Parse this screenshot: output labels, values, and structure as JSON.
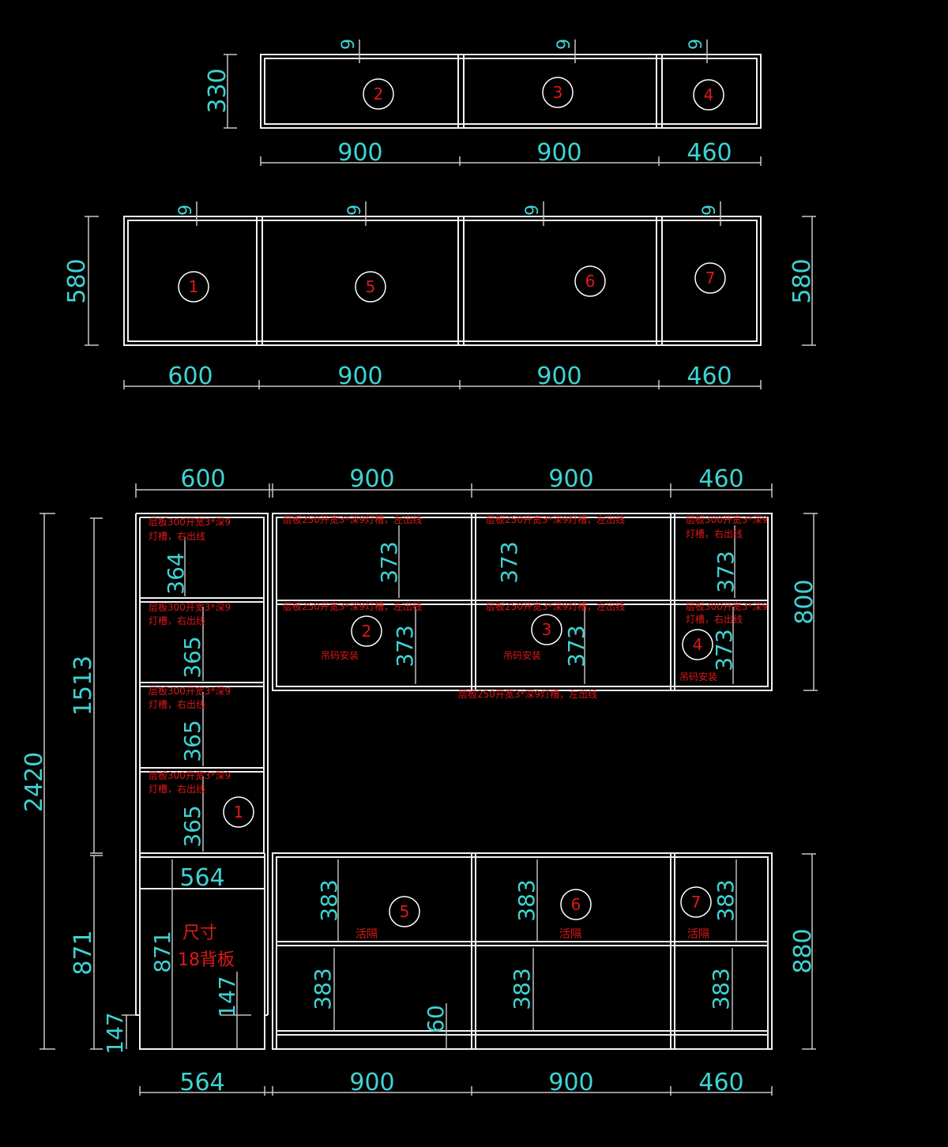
{
  "wall_plan": {
    "height": "330",
    "widths": [
      "900",
      "900",
      "460"
    ],
    "depth_marks": [
      "9",
      "9",
      "9"
    ],
    "cabinet_numbers": [
      "2",
      "3",
      "4"
    ]
  },
  "base_plan": {
    "height_left": "580",
    "height_right": "580",
    "widths": [
      "600",
      "900",
      "900",
      "460"
    ],
    "depth_marks": [
      "9",
      "9",
      "9",
      "9"
    ],
    "cabinet_numbers": [
      "1",
      "5",
      "6",
      "7"
    ]
  },
  "elevation": {
    "top_widths": [
      "600",
      "900",
      "900",
      "460"
    ],
    "bottom_widths": [
      "564",
      "900",
      "900",
      "460"
    ],
    "overall_height": "2420",
    "tall_upper_height": "1513",
    "tall_lower_height": "871",
    "plinth_height": "147",
    "wall_height": "800",
    "base_height": "880",
    "tall_shelves": [
      "364",
      "365",
      "365",
      "365"
    ],
    "wall_shelves": [
      "373",
      "373",
      "373",
      "373",
      "373",
      "373"
    ],
    "base_shelves": [
      "383",
      "383",
      "383",
      "383",
      "383",
      "383"
    ],
    "kick": "60",
    "drawer_width": "564",
    "drawer_height": "871",
    "inner_147": "147",
    "cabinet_numbers": [
      "1",
      "2",
      "3",
      "4",
      "5",
      "6",
      "7"
    ],
    "notes": {
      "tall_light_line1": "层板300开宽3*深9",
      "tall_light_line2": "灯槽，右出线",
      "wide_light": "层板250开宽3*深9灯槽，左出线",
      "hanger": "吊码安装",
      "adjustable": "活隔",
      "size": "尺寸",
      "back_panel": "18背板"
    }
  }
}
